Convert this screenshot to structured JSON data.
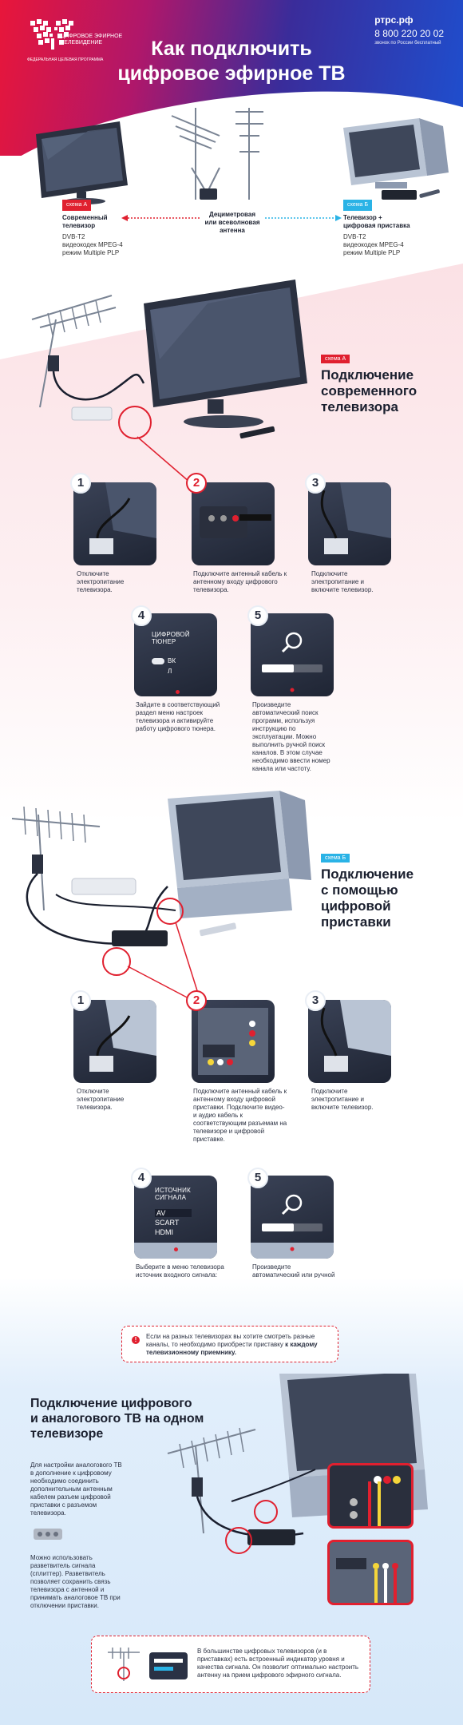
{
  "header": {
    "logo_text": "ЦИФРОВОЕ ЭФИРНОЕ ТЕЛЕВИДЕНИЕ",
    "logo_sub": "ФЕДЕРАЛЬНАЯ ЦЕЛЕВАЯ ПРОГРАММА",
    "site": "ртрс.рф",
    "phone": "8 800 220 20 02",
    "phone_note": "звонок по России бесплатный",
    "title_line1": "Как подключить",
    "title_line2": "цифровое эфирное ТВ"
  },
  "compare": {
    "left": {
      "badge": "схема А",
      "title_line1": "Современный",
      "title_line2": "телевизор",
      "line1": "DVB-T2",
      "line2": "видеокодек MPEG-4",
      "line3": "режим Multiple PLP"
    },
    "center": {
      "line1": "Дециметровая",
      "line2": "или всеволновая",
      "line3": "антенна"
    },
    "right": {
      "badge": "схема Б",
      "title_line1": "Телевизор +",
      "title_line2": "цифровая приставка",
      "line1": "DVB-T2",
      "line2": "видеокодек MPEG-4",
      "line3": "режим Multiple PLP"
    }
  },
  "section_a": {
    "badge": "схема А",
    "title_line1": "Подключение",
    "title_line2": "современного",
    "title_line3": "телевизора",
    "steps": [
      {
        "num": "1",
        "text": "Отключите электропитание телевизора."
      },
      {
        "num": "2",
        "text": "Подключите антенный кабель к антенному входу цифрового телевизора."
      },
      {
        "num": "3",
        "text": "Подключите электропитание и включите телевизор."
      },
      {
        "num": "4",
        "text": "Зайдите в соответствующий раздел меню настроек телевизора и активируйте работу цифрового тюнера."
      },
      {
        "num": "5",
        "text": "Произведите автоматический поиск программ, используя инструкцию по эксплуатации. Можно выполнить ручной поиск каналов. В этом случае необходимо ввести номер канала или частоту."
      }
    ],
    "tuner_label_line1": "ЦИФРОВОЙ",
    "tuner_label_line2": "ТЮНЕР",
    "tuner_on": "ВК",
    "tuner_off": "Л"
  },
  "section_b": {
    "badge": "схема Б",
    "title_line1": "Подключение",
    "title_line2": "с помощью",
    "title_line3": "цифровой",
    "title_line4": "приставки",
    "steps": [
      {
        "num": "1",
        "text": "Отключите электропитание телевизора."
      },
      {
        "num": "2",
        "text": "Подключите антенный кабель к антенному входу цифровой приставки. Подключите видео- и аудио кабель к соответствующим разъемам на телевизоре и цифровой приставке."
      },
      {
        "num": "3",
        "text": "Подключите электропитание и включите телевизор."
      },
      {
        "num": "4",
        "text": "Выберите в меню телевизора источник входного сигнала: HDMI, AV, SCART или др."
      },
      {
        "num": "5",
        "text": "Произведите автоматический или ручной поиск цифровых телевизионных программ, используя инструкцию по эксплуатации."
      }
    ],
    "source_label_line1": "ИСТОЧНИК",
    "source_label_line2": "СИГНАЛА",
    "source_options": [
      "AV",
      "SCART",
      "HDMI"
    ],
    "note_plain": "Если на разных телевизорах вы хотите смотреть разные каналы, то необходимо приобрести приставку ",
    "note_bold": "к каждому телевизионному приемнику."
  },
  "section_c": {
    "title_line1": "Подключение цифрового",
    "title_line2": "и аналогового ТВ на одном",
    "title_line3": "телевизоре",
    "para1": "Для настройки аналогового ТВ в дополнение к цифровому необходимо соединить дополнительным антенным кабелем разъем цифровой приставки с разъемом телевизора.",
    "para2": "Можно использовать разветвитель сигнала (сплиттер). Разветвитель позволяет сохранить связь телевизора с антенной и принимать аналоговое ТВ при отключении приставки.",
    "note": "В большинстве цифровых телевизоров (и в приставках) есть встроенный индикатор уровня и качества сигнала. Он позволит оптимально настроить антенну на прием цифрового эфирного сигнала."
  },
  "colors": {
    "red": "#e0202f",
    "blue": "#2ab3e6",
    "dark_card": "#2a3144"
  }
}
